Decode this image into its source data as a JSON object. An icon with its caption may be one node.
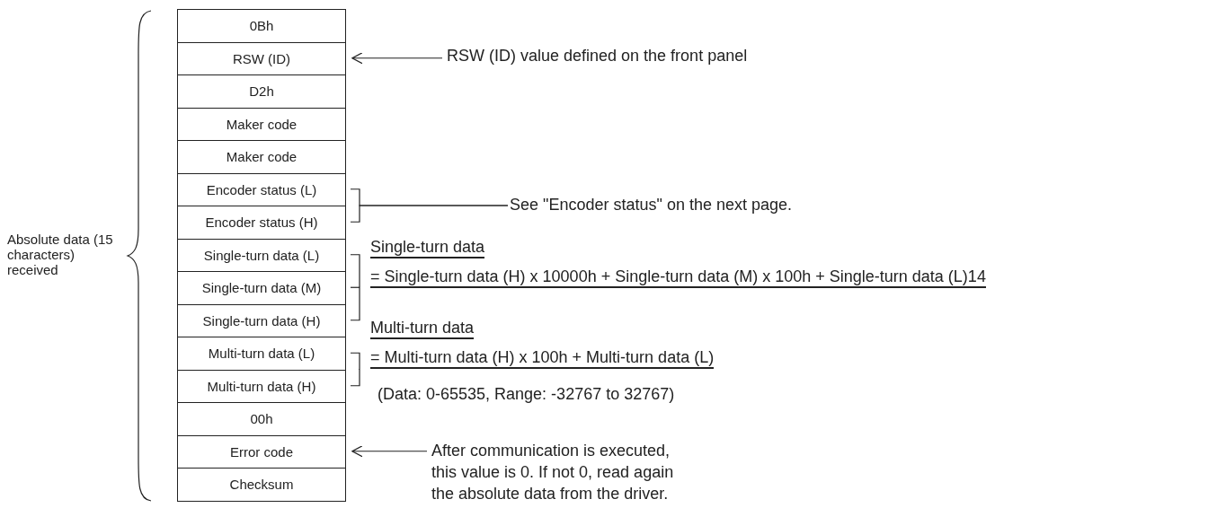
{
  "diagram": {
    "nodes": [
      {
        "text": [
          "0Bh"
        ]
      },
      {
        "text": [
          "RSW (ID)"
        ]
      },
      {
        "text": [
          "D2h"
        ]
      },
      {
        "text": [
          "Maker code"
        ]
      },
      {
        "text": [
          "Maker code"
        ]
      },
      {
        "text": [
          "Encoder status (L)"
        ]
      },
      {
        "text": [
          "Encoder status (H)"
        ]
      },
      {
        "text": [
          "Single-turn data (L)"
        ]
      },
      {
        "text": [
          "Single-turn data (M)"
        ]
      },
      {
        "text": [
          "Single-turn data (H)"
        ]
      },
      {
        "text": [
          "Multi-turn data (L)"
        ]
      },
      {
        "text": [
          "Multi-turn data (H)"
        ]
      },
      {
        "text": [
          "00h"
        ]
      },
      {
        "text": [
          "Error code"
        ]
      },
      {
        "text": [
          "Checksum"
        ]
      },
      {
        "text": [
          "RSW (ID) value defined on the front panel"
        ]
      },
      {
        "text": [
          "See \"Encoder status\" on the next page."
        ]
      },
      {
        "text": [
          "Single-turn data",
          "= Single-turn data (H) x 10000h + Single-turn data (M) x 100h + Single-turn data (L)14"
        ]
      },
      {
        "text": [
          "Multi-turn data",
          "= Multi-turn data (H) x 100h + Multi-turn data (L)"
        ]
      },
      {
        "text": [
          "After communication is executed, this value is 0. If not 0, read again the absolute data from the driver."
        ]
      }
    ],
    "edges": [
      {
        "from": 15,
        "to": 1,
        "arrow": "to"
      },
      {
        "from": 5,
        "to": 16,
        "arrow": "none"
      },
      {
        "from": 6,
        "to": 16,
        "arrow": "none"
      },
      {
        "from": 7,
        "to": 17,
        "arrow": "none"
      },
      {
        "from": 8,
        "to": 17,
        "arrow": "none"
      },
      {
        "from": 9,
        "to": 17,
        "arrow": "none"
      },
      {
        "from": 10,
        "to": 18,
        "arrow": "none"
      },
      {
        "from": 11,
        "to": 18,
        "arrow": "none"
      },
      {
        "from": 19,
        "to": 13,
        "arrow": "to"
      }
    ],
    "labels": [
      "Absolute data (15 characters) received",
      "(Data: 0-65535, Range: -32767 to 32767)"
    ]
  }
}
